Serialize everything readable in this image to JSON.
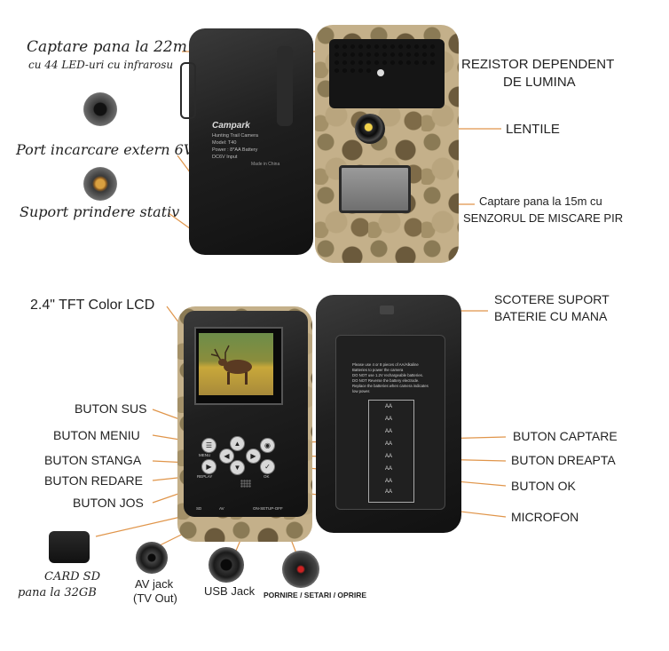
{
  "labels": {
    "capture_22m_line1": "Captare pana la 22m",
    "capture_22m_line2": "cu 44 LED-uri cu infrarosu",
    "charge_port": "Port incarcare extern 6V",
    "tripod_mount": "Suport prindere stativ",
    "ldr_line1": "REZISTOR DEPENDENT",
    "ldr_line2": "DE LUMINA",
    "lens": "LENTILE",
    "pir_line1": "Captare pana la 15m cu",
    "pir_line2": "SENZORUL DE MISCARE PIR",
    "lcd": "2.4\" TFT Color LCD",
    "battery_line1": "SCOTERE SUPORT",
    "battery_line2": "BATERIE CU MANA",
    "btn_up": "BUTON SUS",
    "btn_menu": "BUTON MENIU",
    "btn_left": "BUTON STANGA",
    "btn_replay": "BUTON REDARE",
    "btn_down": "BUTON JOS",
    "btn_capture": "BUTON CAPTARE",
    "btn_right": "BUTON DREAPTA",
    "btn_ok": "BUTON OK",
    "microphone": "MICROFON",
    "sd_line1": "CARD SD",
    "sd_line2": "pana la 32GB",
    "av_line1": "AV jack",
    "av_line2": "(TV Out)",
    "usb": "USB Jack",
    "power_switch": "PORNIRE / SETARI / OPRIRE"
  },
  "camera_back": {
    "brand": "Campark",
    "text_lines": [
      "Hunting Trail Camera",
      "Model: T40",
      "Power : 8*AA Battery",
      "DC6V Input"
    ],
    "made_in": "Made in China"
  },
  "battery_panel": {
    "instructions": [
      "Please use 4 or 8 pieces of AA/Alkaline",
      "Batteries to power the camera",
      "DO NOT use 1.2V rechargeable batteries.",
      "DO NOT Reverse the battery electrode.",
      "Replace the batteries when camera indicates",
      "low power."
    ],
    "cell_label": "AA"
  },
  "front_panel": {
    "button_captions": [
      "MENU",
      "REPLAY",
      "OK"
    ],
    "port_captions": [
      "SD",
      "AV",
      "ON-SETUP-OFF"
    ]
  },
  "colors": {
    "callout_line": "#e0954a",
    "camo_base": "#c4b08a",
    "body_black": "#1b1b1b"
  }
}
